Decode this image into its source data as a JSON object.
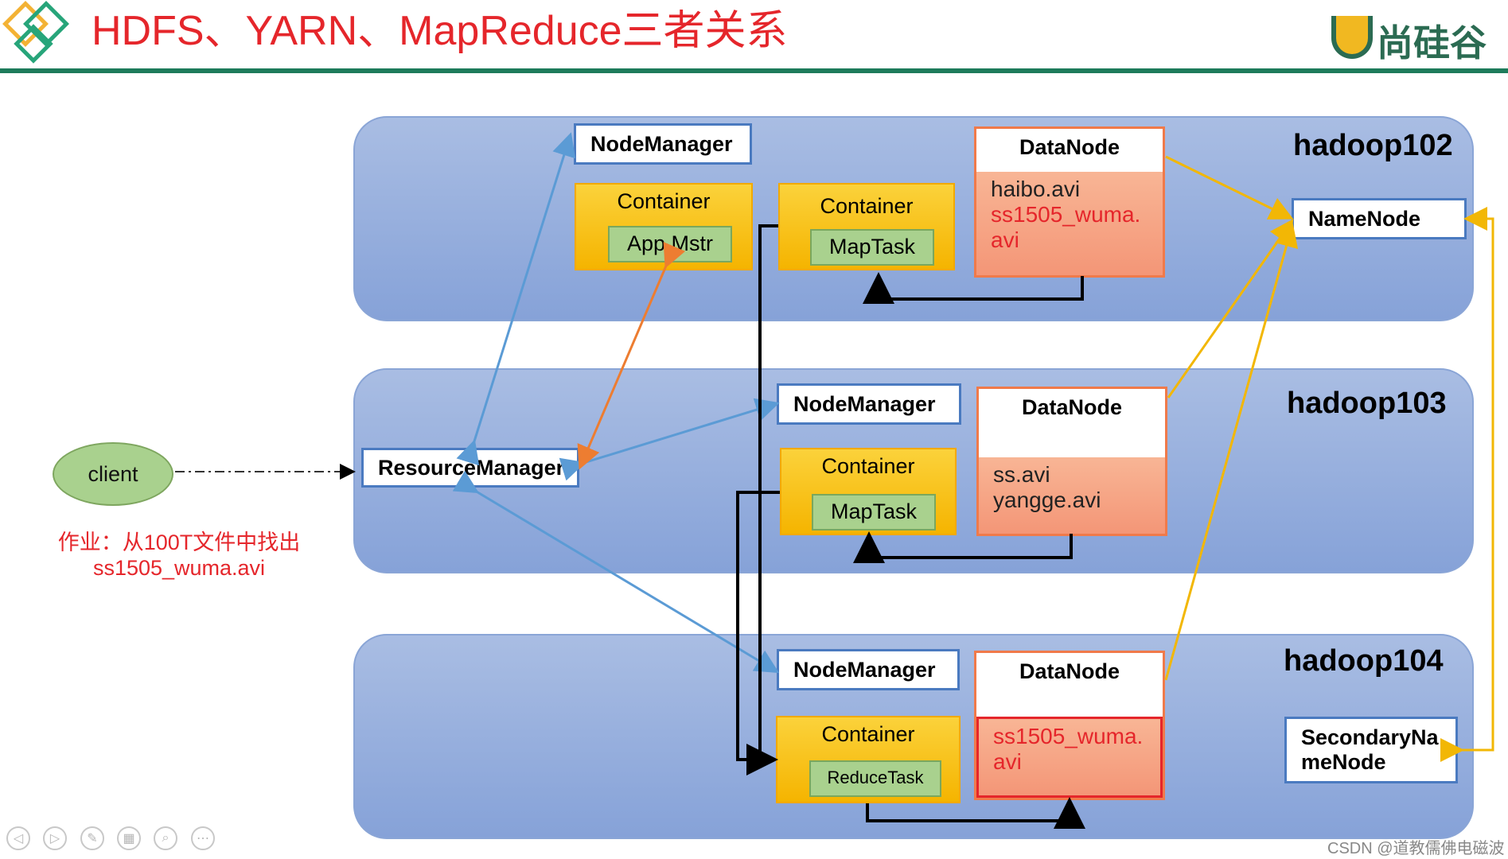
{
  "header": {
    "title": "HDFS、YARN、MapReduce三者关系",
    "logo_text": "尚硅谷"
  },
  "hosts": [
    {
      "label": "hadoop102"
    },
    {
      "label": "hadoop103"
    },
    {
      "label": "hadoop104"
    }
  ],
  "client": {
    "label": "client",
    "job_line1": "作业：从100T文件中找出",
    "job_line2": "ss1505_wuma.avi"
  },
  "resource_manager": "ResourceManager",
  "node_manager": "NodeManager",
  "datanode_label": "DataNode",
  "container_label": "Container",
  "namenode": "NameNode",
  "secondary_namenode": "SecondaryNameNode",
  "tasks": {
    "app_master": "App Mstr",
    "map_task": "MapTask",
    "reduce_task": "ReduceTask"
  },
  "datanode_files": {
    "hadoop102": [
      "haibo.avi",
      "ss1505_wuma.avi"
    ],
    "hadoop103": [
      "ss.avi",
      "yangge.avi"
    ],
    "hadoop104": [
      "ss1505_wuma.avi"
    ]
  },
  "colors": {
    "title": "#e5262b",
    "header_rule": "#1e7b5b",
    "yarn_arrow": "#5b9bd5",
    "app_master_arrow": "#ed7d31",
    "hdfs_arrow": "#f2b705",
    "data_flow": "#000000",
    "highlight_file": "#e5262b"
  },
  "footer": {
    "icons": [
      "prev-icon",
      "next-icon",
      "pen-icon",
      "grid-icon",
      "zoom-icon",
      "more-icon"
    ],
    "watermark": "CSDN @道教儒佛电磁波"
  }
}
